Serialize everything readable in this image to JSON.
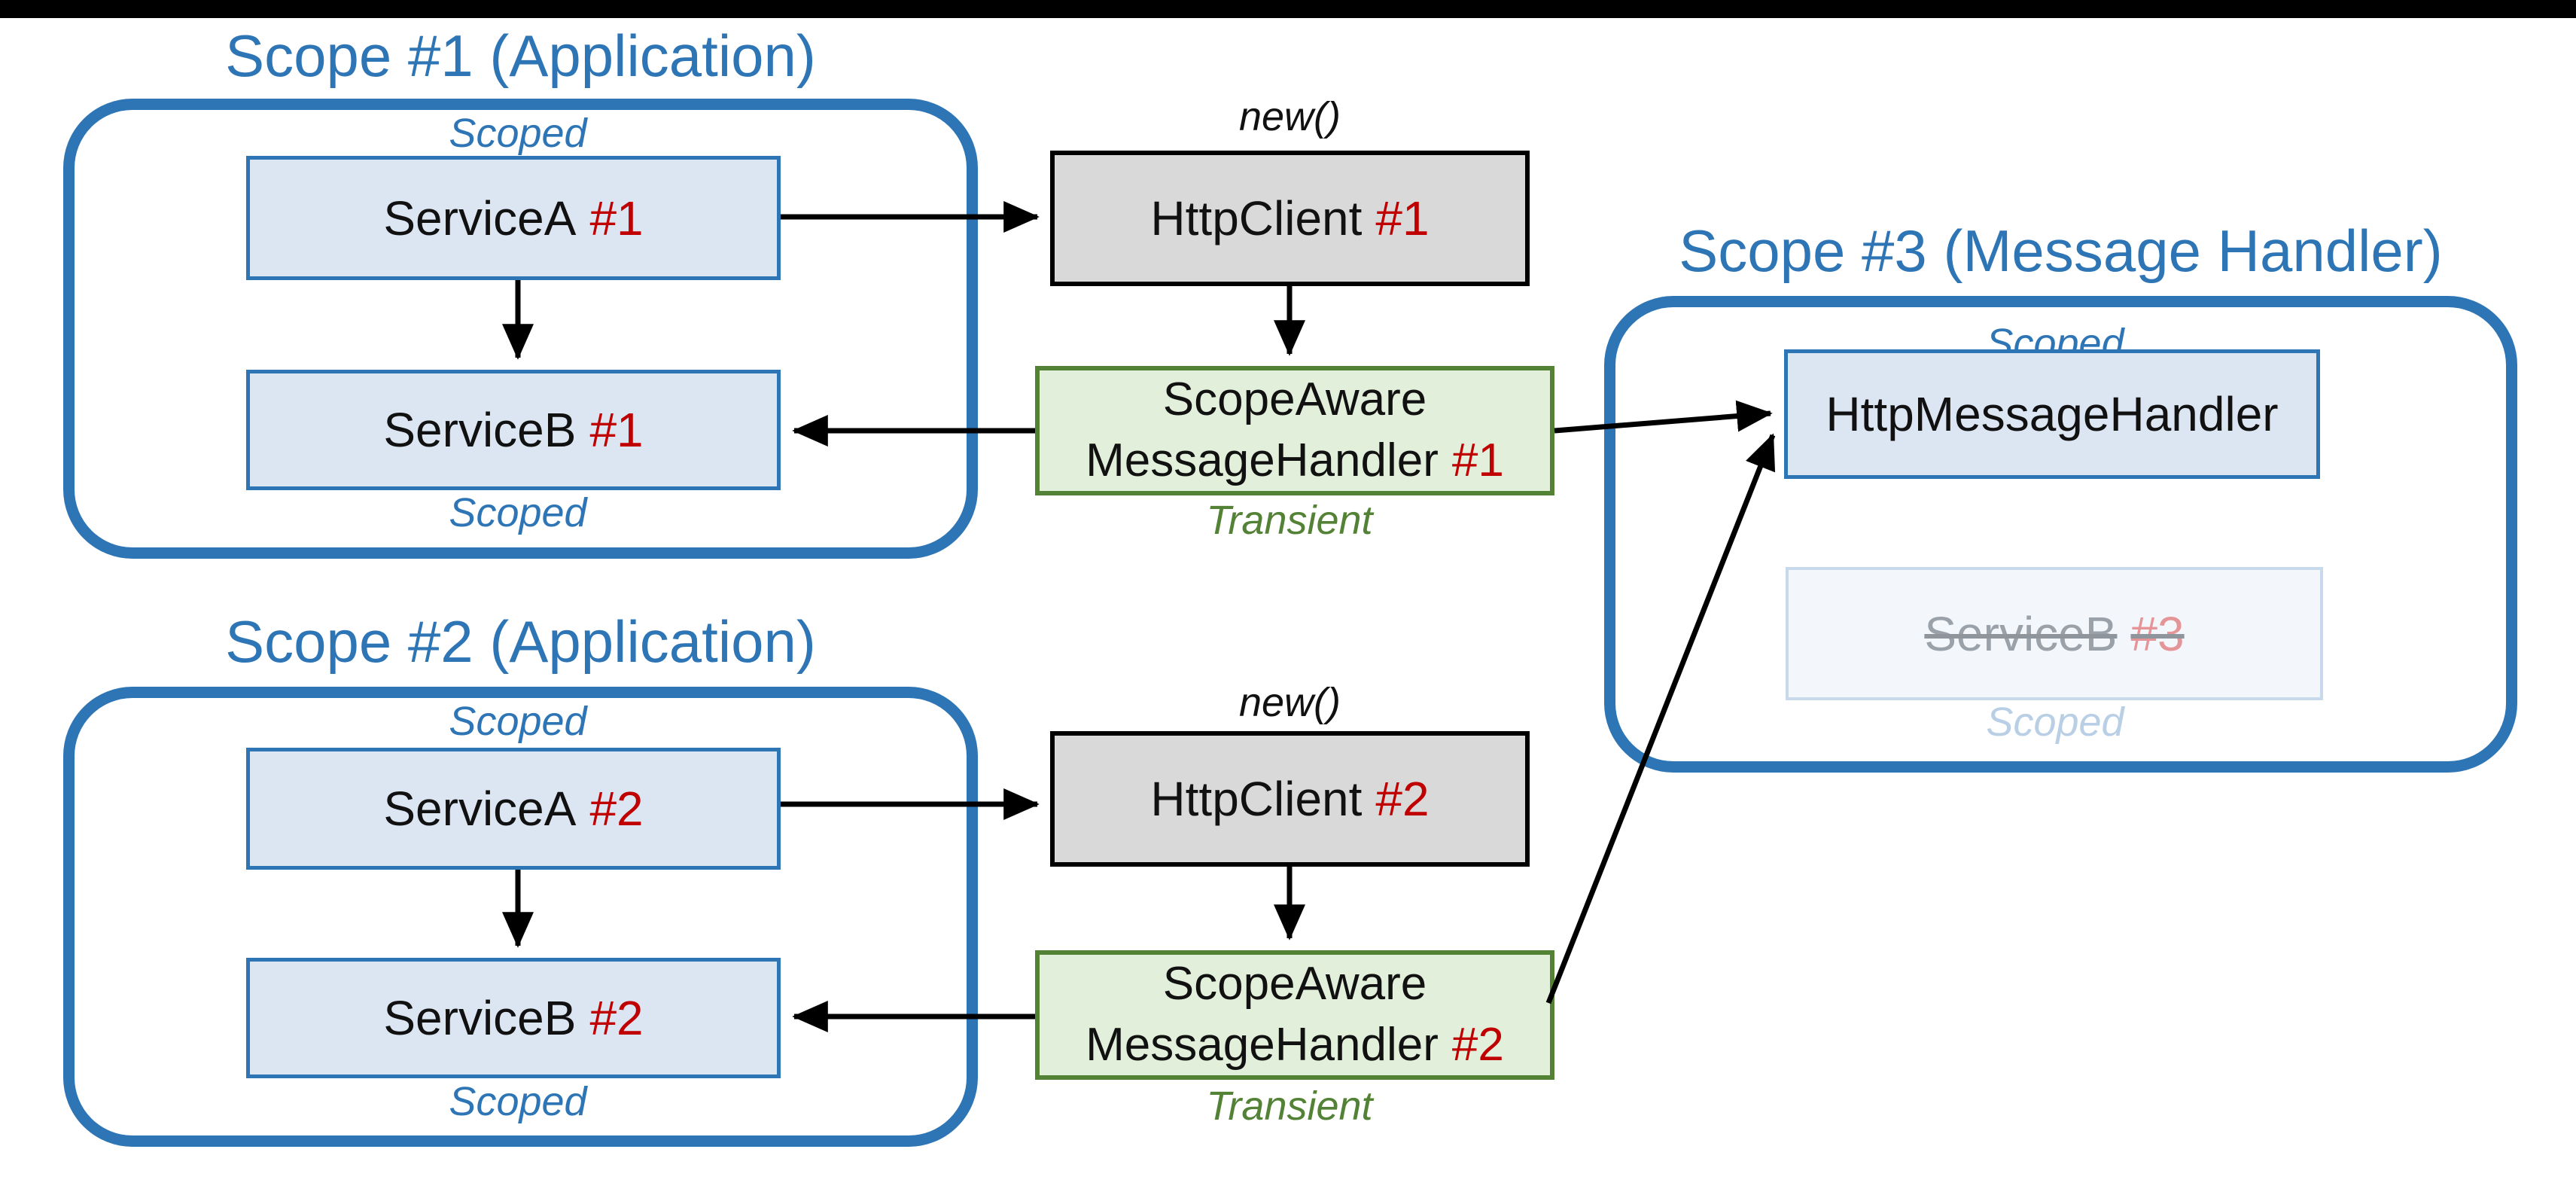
{
  "scope1": {
    "title": "Scope #1 (Application)",
    "scoped_top": "Scoped",
    "scoped_bottom": "Scoped",
    "service_a": {
      "name": "ServiceA",
      "instance": "#1"
    },
    "service_b": {
      "name": "ServiceB",
      "instance": "#1"
    }
  },
  "scope2": {
    "title": "Scope #2 (Application)",
    "scoped_top": "Scoped",
    "scoped_bottom": "Scoped",
    "service_a": {
      "name": "ServiceA",
      "instance": "#2"
    },
    "service_b": {
      "name": "ServiceB",
      "instance": "#2"
    }
  },
  "scope3": {
    "title": "Scope #3 (Message Handler)",
    "scoped_top": "Scoped",
    "http_message_handler": {
      "name": "HttpMessageHandler"
    },
    "service_b_disposed": {
      "name": "ServiceB",
      "instance": "#3",
      "scoped_caption": "Scoped"
    }
  },
  "http_client1": {
    "new_label": "new()",
    "name": "HttpClient",
    "instance": "#1"
  },
  "http_client2": {
    "new_label": "new()",
    "name": "HttpClient",
    "instance": "#2"
  },
  "handler1": {
    "line1": "ScopeAware",
    "line2": "MessageHandler",
    "instance": "#1",
    "lifetime": "Transient"
  },
  "handler2": {
    "line1": "ScopeAware",
    "line2": "MessageHandler",
    "instance": "#2",
    "lifetime": "Transient"
  },
  "edges": [
    {
      "from": "ServiceA #1",
      "to": "HttpClient #1"
    },
    {
      "from": "ServiceA #1",
      "to": "ServiceB #1"
    },
    {
      "from": "HttpClient #1",
      "to": "ScopeAwareMessageHandler #1"
    },
    {
      "from": "ScopeAwareMessageHandler #1",
      "to": "ServiceB #1"
    },
    {
      "from": "ScopeAwareMessageHandler #1",
      "to": "HttpMessageHandler"
    },
    {
      "from": "ServiceA #2",
      "to": "HttpClient #2"
    },
    {
      "from": "ServiceA #2",
      "to": "ServiceB #2"
    },
    {
      "from": "HttpClient #2",
      "to": "ScopeAwareMessageHandler #2"
    },
    {
      "from": "ScopeAwareMessageHandler #2",
      "to": "ServiceB #2"
    },
    {
      "from": "ScopeAwareMessageHandler #2",
      "to": "HttpMessageHandler"
    }
  ],
  "colors": {
    "blue": "#2E75B6",
    "box_blue_fill": "#DCE6F2",
    "gray_fill": "#D9D9D9",
    "gray_border": "#000000",
    "green_fill": "#E2EFDA",
    "green_border": "#548235",
    "green_text": "#538135",
    "instance_red": "#C00000",
    "faded_fill": "#F3F7FB",
    "faded_border": "#C8D9EC",
    "faded_text": "#9BA1A9",
    "faded_red": "#E59598",
    "faded_blue_text": "#B9CFE6",
    "arrow_black": "#000000",
    "top_bar": "#000000"
  }
}
